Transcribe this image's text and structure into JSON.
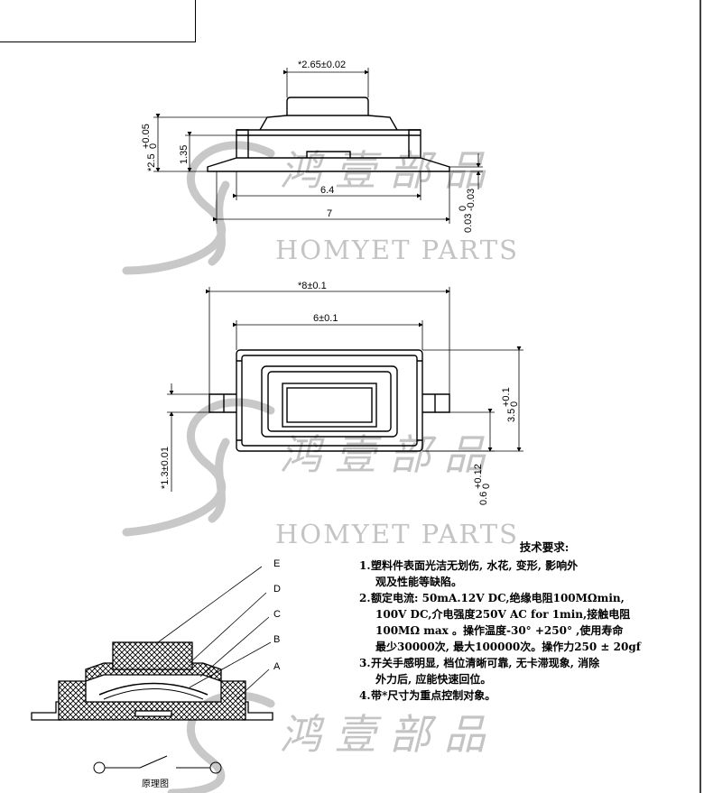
{
  "watermark": {
    "text": "HOMYET PARTS",
    "chinese": "鸿 壹 部 品"
  },
  "side_view": {
    "dim_width_top": "*2.65±0.02",
    "dim_height_total": "*2.5",
    "dim_height_total_tol": "+0.05",
    "dim_height_total_tol2": "0",
    "dim_height_body": "1.35",
    "dim_inner_width": "6.4",
    "dim_overall_width": "7",
    "dim_lead_thickness": "0.03",
    "dim_lead_tol": "0",
    "dim_lead_tol2": "-0.03"
  },
  "top_view": {
    "dim_overall": "*8±0.1",
    "dim_body": "6±0.1",
    "dim_height": "3.5",
    "dim_height_tol": "+0.1",
    "dim_height_tol2": "0",
    "dim_lead_width": "*1.3±0.01",
    "dim_lead_offset": "0.6",
    "dim_lead_offset_tol": "+0.12",
    "dim_lead_offset_tol2": "0"
  },
  "cross_section": {
    "labels": [
      "E",
      "D",
      "C",
      "B",
      "A"
    ]
  },
  "schematic": {
    "caption": "原理图"
  },
  "technical_requirements": {
    "title": "技术要求:",
    "items": [
      {
        "num": "1.",
        "lines": [
          "塑料件表面光洁无划伤, 水花, 变形, 影响外",
          "观及性能等缺陷。"
        ]
      },
      {
        "num": "2.",
        "lines": [
          "额定电流: 50mA.12V DC,绝缘电阻100MΩmin,",
          "100V DC,介电强度250V AC for 1min,接触电阻",
          "100MΩ  max 。操作温度-30° +250°  ,使用寿命",
          "最少30000次, 最大100000次。操作力250 ± 20gf"
        ]
      },
      {
        "num": "3.",
        "lines": [
          "开关手感明显, 档位清晰可靠, 无卡滞现象, 消除",
          "外力后, 应能快速回位。"
        ]
      },
      {
        "num": "4.",
        "lines": [
          "带*尺寸为重点控制对象。"
        ]
      }
    ]
  }
}
